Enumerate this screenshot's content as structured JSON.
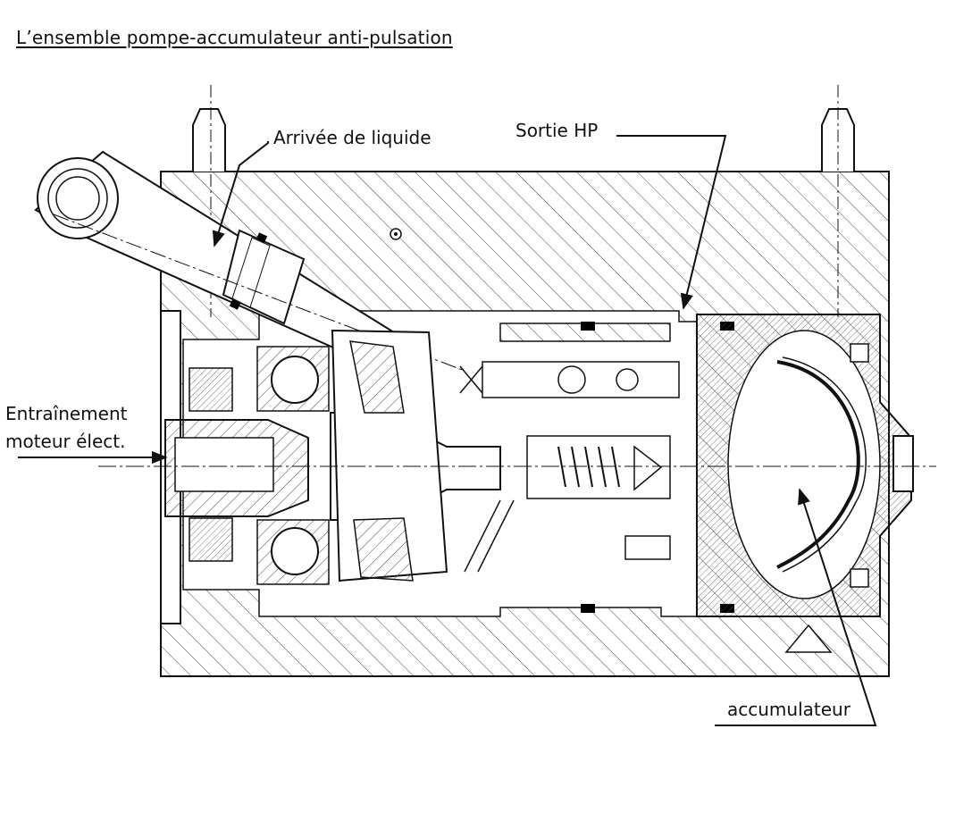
{
  "title": "L’ensemble pompe-accumulateur anti-pulsation",
  "labels": {
    "arrivee": "Arrivée de liquide",
    "sortie": "Sortie HP",
    "entrainement_line1": "Entraînement",
    "entrainement_line2": "moteur élect.",
    "accumulateur": "accumulateur"
  },
  "colors": {
    "ink": "#111111",
    "hatch": "#444444",
    "seal": "#000000",
    "background": "#ffffff"
  }
}
